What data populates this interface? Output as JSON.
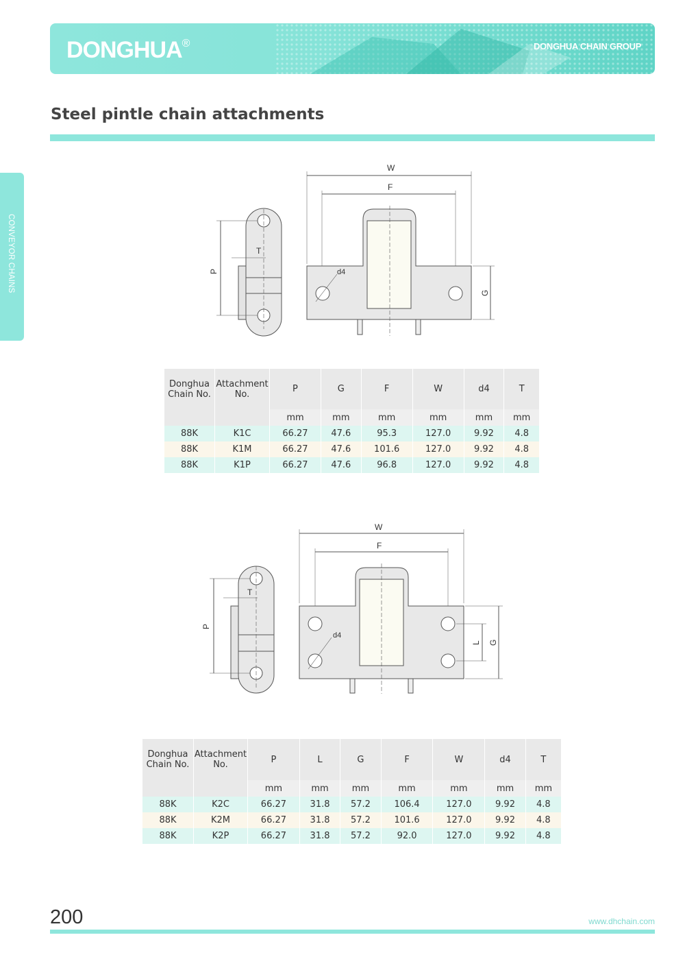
{
  "header": {
    "logo_text": "DONGHUA",
    "logo_mark": "®",
    "group_text": "DONGHUA CHAIN GROUP",
    "accent_color": "#8ee6dc"
  },
  "page_title": "Steel pintle chain attachments",
  "side_tab": "CONVEYOR CHAINS",
  "diagram1": {
    "labels": {
      "W": "W",
      "F": "F",
      "P": "P",
      "T": "T",
      "d4": "d4",
      "G": "G"
    }
  },
  "diagram2": {
    "labels": {
      "W": "W",
      "F": "F",
      "P": "P",
      "T": "T",
      "d4": "d4",
      "L": "L",
      "G": "G"
    }
  },
  "table1": {
    "headers": [
      "Donghua Chain No.",
      "Attachment No.",
      "P",
      "G",
      "F",
      "W",
      "d4",
      "T"
    ],
    "header_lines": [
      [
        "Donghua",
        "Chain No."
      ],
      [
        "Attachment",
        "No."
      ]
    ],
    "units": [
      "mm",
      "mm",
      "mm",
      "mm",
      "mm",
      "mm"
    ],
    "rows": [
      [
        "88K",
        "K1C",
        "66.27",
        "47.6",
        "95.3",
        "127.0",
        "9.92",
        "4.8"
      ],
      [
        "88K",
        "K1M",
        "66.27",
        "47.6",
        "101.6",
        "127.0",
        "9.92",
        "4.8"
      ],
      [
        "88K",
        "K1P",
        "66.27",
        "47.6",
        "96.8",
        "127.0",
        "9.92",
        "4.8"
      ]
    ]
  },
  "table2": {
    "headers": [
      "Donghua Chain No.",
      "Attachment No.",
      "P",
      "L",
      "G",
      "F",
      "W",
      "d4",
      "T"
    ],
    "header_lines": [
      [
        "Donghua",
        "Chain No."
      ],
      [
        "Attachment",
        "No."
      ]
    ],
    "units": [
      "mm",
      "mm",
      "mm",
      "mm",
      "mm",
      "mm",
      "mm"
    ],
    "rows": [
      [
        "88K",
        "K2C",
        "66.27",
        "31.8",
        "57.2",
        "106.4",
        "127.0",
        "9.92",
        "4.8"
      ],
      [
        "88K",
        "K2M",
        "66.27",
        "31.8",
        "57.2",
        "101.6",
        "127.0",
        "9.92",
        "4.8"
      ],
      [
        "88K",
        "K2P",
        "66.27",
        "31.8",
        "57.2",
        "92.0",
        "127.0",
        "9.92",
        "4.8"
      ]
    ]
  },
  "footer": {
    "page_number": "200",
    "url": "www.dhchain.com"
  }
}
